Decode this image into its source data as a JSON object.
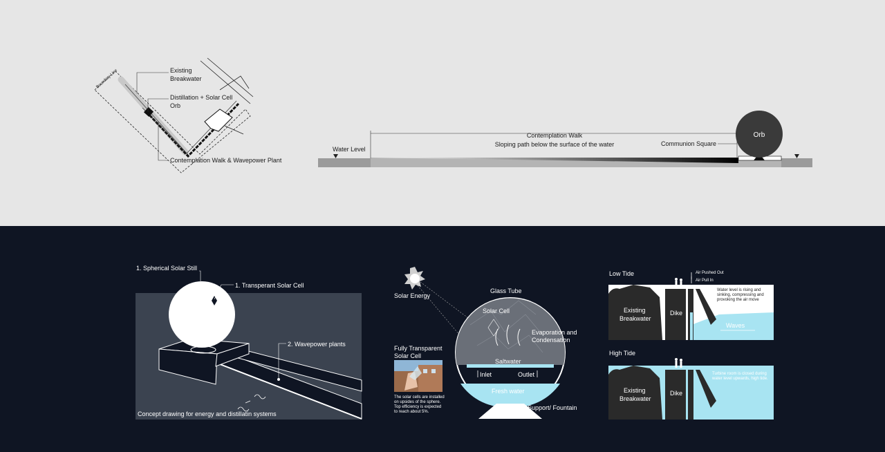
{
  "site_plan": {
    "boundary_line": "Boundary Line",
    "existing_breakwater": [
      "Existing",
      "Breakwater"
    ],
    "distillation": [
      "Distillation + Solar Cell",
      "Orb"
    ],
    "contemplation_walk": "Contemplation Walk & Wavepower Plant"
  },
  "section": {
    "water_level": "Water Level",
    "contemplation_walk": "Contemplation Walk",
    "sloping_path": "Sloping path below the surface of the water",
    "communion_square": "Communion Square",
    "orb": "Orb"
  },
  "concept": {
    "still": "1. Spherical Solar Still",
    "cell": "1. Transperant Solar Cell",
    "wavepower": "2. Wavepower plants",
    "caption": "Concept drawing for energy and distillatin systems"
  },
  "distill": {
    "solar_energy": "Solar Energy",
    "glass_tube": "Glass Tube",
    "solar_cell": "Solar Cell",
    "evaporation": [
      "Evaporation and",
      "Condensation"
    ],
    "saltwater": "Saltwater",
    "inlet": "Inlet",
    "outlet": "Outlet",
    "fresh_water": "Fresh water",
    "support": "Support/ Fountain",
    "transparent_title": [
      "Fully Transparent",
      "Solar Cell"
    ],
    "transparent_note": [
      "The solar cells are installed",
      "on upsides of the sphere.",
      "Top efficiency is expected",
      "to reach about 5%."
    ]
  },
  "tide": {
    "low_title": "Low Tide",
    "high_title": "High Tide",
    "existing_breakwater": [
      "Existing",
      "Breakwater"
    ],
    "dike": "Dike",
    "air_out": "Air Pushed Out",
    "air_in": "Air Pull In",
    "air": "Air",
    "low_note": [
      "Water level is rising and",
      "sinking, compressing and",
      "provoking the air move"
    ],
    "waves": "Waves",
    "high_note": [
      "Turbine room is closed during",
      "water level upwards, high tide."
    ]
  },
  "colors": {
    "light_bg": "#e6e6e6",
    "dark_bg": "#0f1523",
    "panel": "#3b4350",
    "water": "#a8e4f2"
  }
}
